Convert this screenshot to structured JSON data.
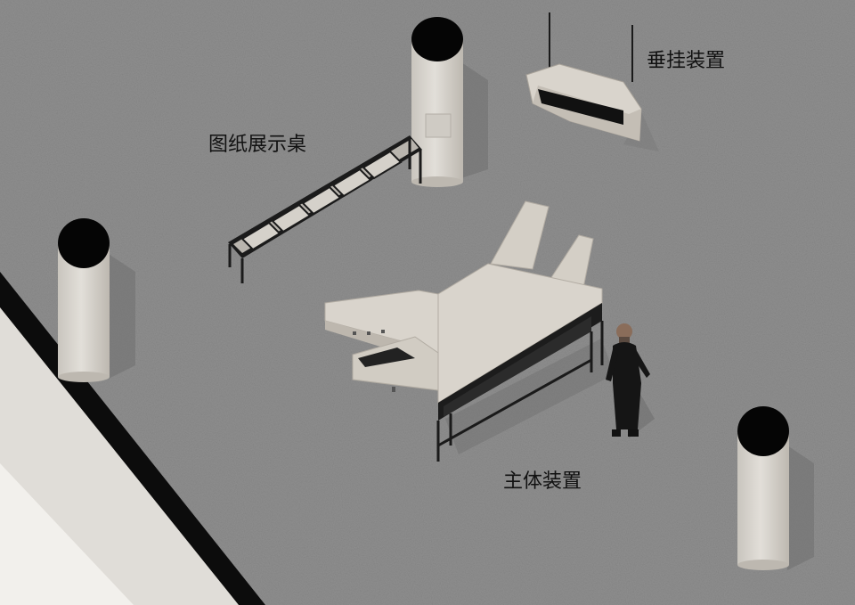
{
  "labels": {
    "hanging_installation": "垂挂装置",
    "drawing_display_table": "图纸展示桌",
    "main_installation": "主体装置"
  },
  "colors": {
    "floor": "#8f8f8f",
    "column": "#d6d3cd",
    "column_top": "#050505",
    "installation_surface": "#d9d4cc",
    "installation_shadow": "#b8b2a9",
    "frame": "#1a1a1a",
    "text": "#111111"
  }
}
